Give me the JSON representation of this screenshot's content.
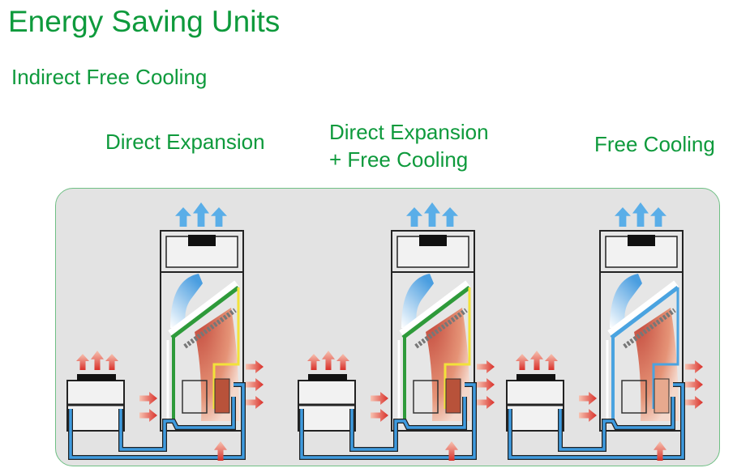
{
  "title": "Energy Saving Units",
  "subtitle": "Indirect Free Cooling",
  "modes": [
    {
      "label": "Direct Expansion",
      "coil_color": "#2e9a3a",
      "riser_color": "#f2e23a",
      "hx_color": "#b8523a"
    },
    {
      "label_line1": "Direct Expansion",
      "label_line2": "+ Free Cooling",
      "coil_color": "#2e9a3a",
      "riser_color": "#f2e23a",
      "hx_color": "#b8523a"
    },
    {
      "label": "Free Cooling",
      "coil_color": "#4aa3e0",
      "riser_color": "#4aa3e0",
      "hx_color": "#e7a98e"
    }
  ],
  "colors": {
    "text": "#0e9a3c",
    "water_pipe": "#3e9be0",
    "warm_air": "#d9432c",
    "cool_air": "#5aaee8"
  }
}
